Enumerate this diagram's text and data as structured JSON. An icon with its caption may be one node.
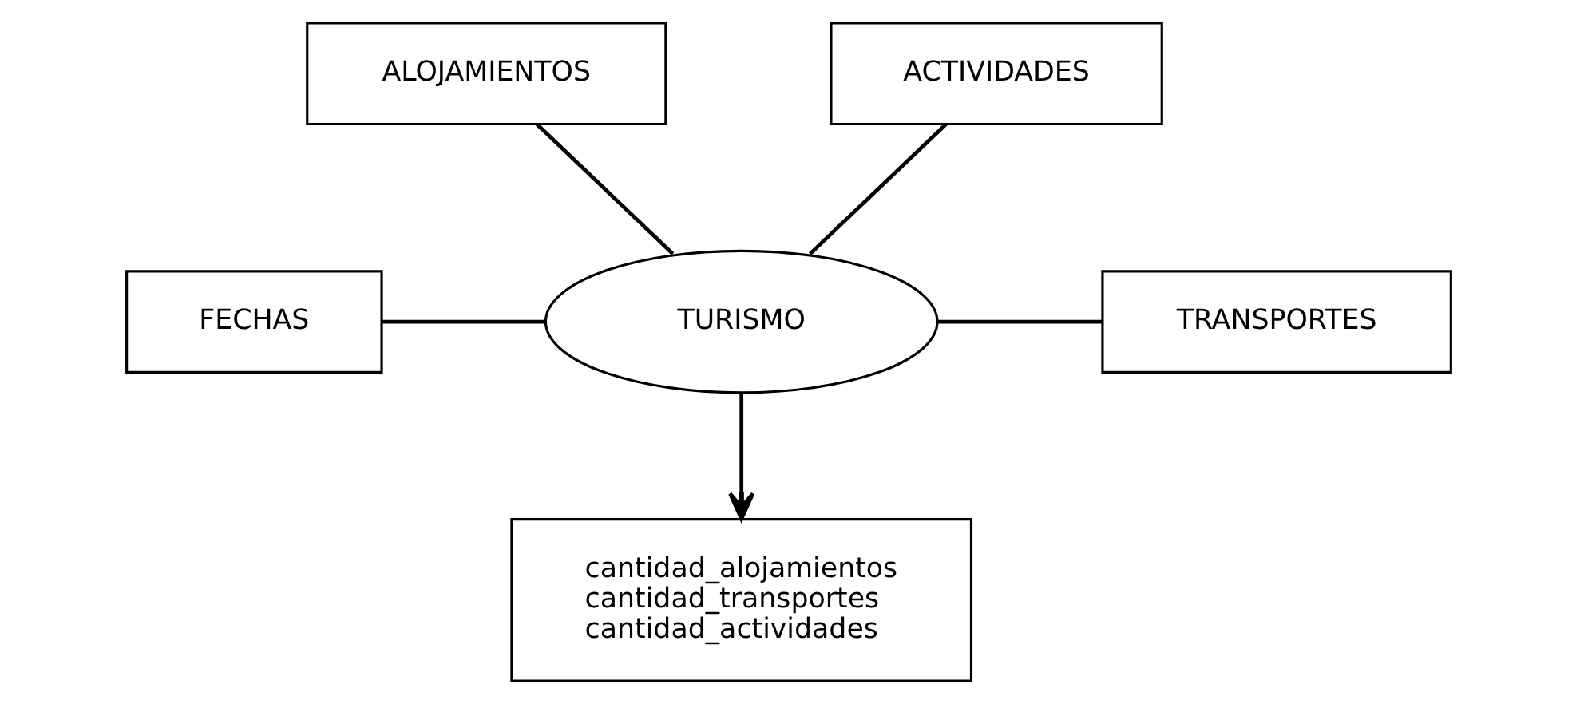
{
  "diagram": {
    "nodes": [
      {
        "text": [
          "ALOJAMIENTOS"
        ]
      },
      {
        "text": [
          "ACTIVIDADES"
        ]
      },
      {
        "text": [
          "FECHAS"
        ]
      },
      {
        "text": [
          "TURISMO"
        ]
      },
      {
        "text": [
          "TRANSPORTES"
        ]
      },
      {
        "text": [
          "cantidad_alojamientos",
          "cantidad_transportes",
          "cantidad_actividades"
        ]
      }
    ],
    "edges": [
      {
        "from": 0,
        "to": 3,
        "arrow": "none"
      },
      {
        "from": 1,
        "to": 3,
        "arrow": "none"
      },
      {
        "from": 2,
        "to": 3,
        "arrow": "none"
      },
      {
        "from": 3,
        "to": 4,
        "arrow": "none"
      },
      {
        "from": 3,
        "to": 5,
        "arrow": "to"
      }
    ]
  }
}
